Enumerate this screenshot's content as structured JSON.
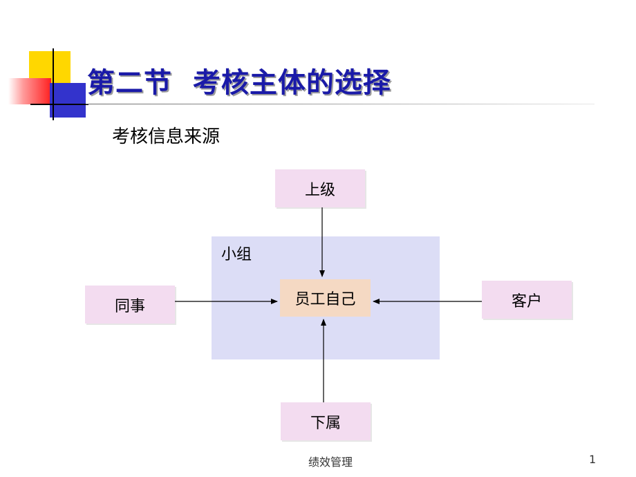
{
  "slide": {
    "title": "第二节  考核主体的选择",
    "subtitle": "考核信息来源",
    "footer": "绩效管理",
    "page_number": "1"
  },
  "diagram": {
    "group_label": "小组",
    "center": "员工自己",
    "top": "上级",
    "left": "同事",
    "right": "客户",
    "bottom": "下属"
  },
  "colors": {
    "title": "#1a1aa8",
    "pink_box": "#f3dcf0",
    "group_area": "#dcddf6",
    "center_box": "#f5d9c3"
  }
}
